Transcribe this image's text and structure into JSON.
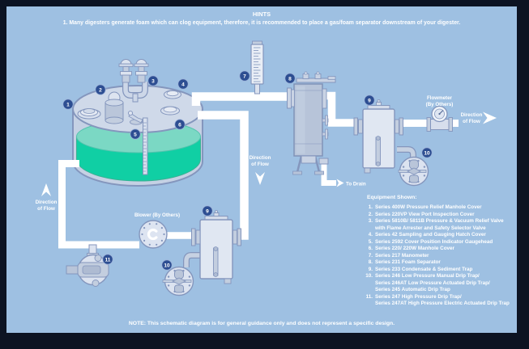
{
  "header": {
    "title": "HINTS",
    "hint": "1. Many digesters generate foam which can clog equipment, therefore, it is recommended to place a gas/foam separator downstream of your digester."
  },
  "note": "NOTE: This schematic diagram is for general guidance only and does not represent a specific design.",
  "labels": {
    "direction_line1": "Direction",
    "direction_line2": "of Flow",
    "to_drain": "To Drain",
    "blower": "Blower (By Others)",
    "flowmeter_line1": "Flowmeter",
    "flowmeter_line2": "(By Others)"
  },
  "callouts": [
    "1",
    "2",
    "3",
    "4",
    "5",
    "6",
    "7",
    "8",
    "9",
    "9",
    "10",
    "10",
    "11"
  ],
  "equipment": {
    "heading": "Equipment Shown:",
    "items": [
      {
        "num": "1.",
        "lines": [
          "Series 400W Pressure Relief Manhole Cover"
        ]
      },
      {
        "num": "2.",
        "lines": [
          "Series 220VP View Port Inspection Cover"
        ]
      },
      {
        "num": "3.",
        "lines": [
          "Series 5810B/ 5811B Pressure & Vacuum Relief Valve",
          "with Flame Arrester and Safety Selector Valve"
        ]
      },
      {
        "num": "4.",
        "lines": [
          "Series 42 Sampling and Gauging Hatch Cover"
        ]
      },
      {
        "num": "5.",
        "lines": [
          "Series 2592 Cover Position Indicator Gaugehead"
        ]
      },
      {
        "num": "6.",
        "lines": [
          "Series 220/ 220W Manhole Cover"
        ]
      },
      {
        "num": "7.",
        "lines": [
          "Series 217 Manometer"
        ]
      },
      {
        "num": "8.",
        "lines": [
          "Series 231 Foam Separator"
        ]
      },
      {
        "num": "9.",
        "lines": [
          "Series 233 Condensate & Sediment Trap"
        ]
      },
      {
        "num": "10.",
        "lines": [
          "Series 246 Low Pressure Manual Drip Trap/",
          "Series 246AT Low Pressure Actuated Drip Trap/",
          "Series 245 Automatic Drip Trap"
        ]
      },
      {
        "num": "11.",
        "lines": [
          "Series 247 High Pressure Drip Trap/",
          "Series 247AT High Pressure Electric Actuated Drip Trap"
        ]
      }
    ]
  },
  "colors": {
    "background": "#9ec0e2",
    "frame": "#0c1322",
    "pipe": "#ffffff",
    "outline": "#8496bd",
    "callout": "#2d4e92",
    "liquid_surface": "#7bd8c4",
    "liquid_body": "#10cfa4",
    "vessel_light": "#e0e7f2",
    "vessel_mid": "#b7c4d9"
  }
}
